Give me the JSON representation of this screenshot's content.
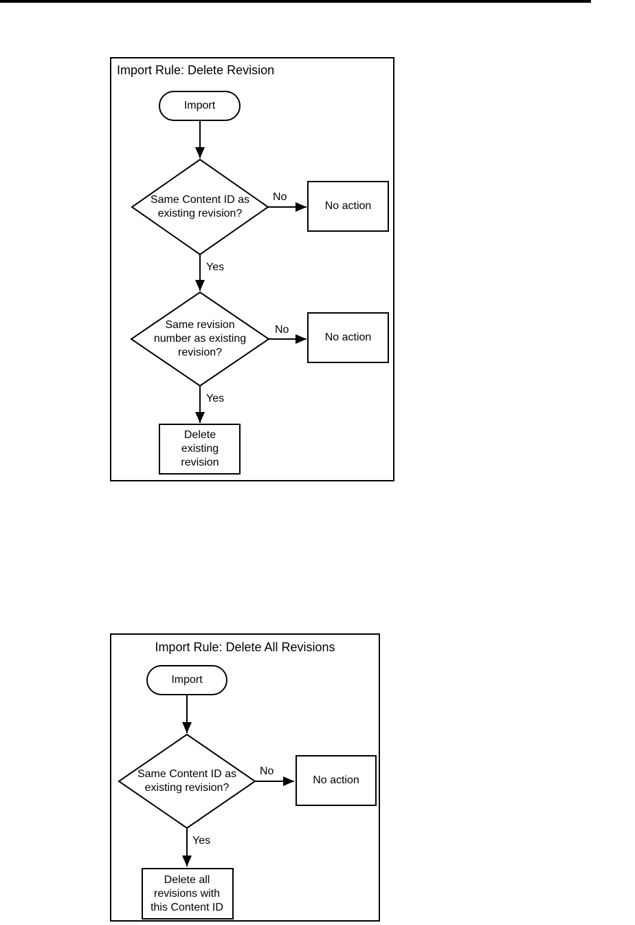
{
  "colors": {
    "line": "#000000",
    "background": "#ffffff",
    "text": "#000000"
  },
  "flowcharts": [
    {
      "title": "Import Rule: Delete Revision",
      "start_label": "Import",
      "decisions": [
        {
          "question": "Same Content ID as existing revision?",
          "no_label": "No",
          "yes_label": "Yes",
          "no_result": "No action"
        },
        {
          "question": "Same revision number as existing revision?",
          "no_label": "No",
          "yes_label": "Yes",
          "no_result": "No action"
        }
      ],
      "final_action": "Delete existing revision"
    },
    {
      "title": "Import Rule: Delete All Revisions",
      "start_label": "Import",
      "decisions": [
        {
          "question": "Same Content ID as existing revision?",
          "no_label": "No",
          "yes_label": "Yes",
          "no_result": "No action"
        }
      ],
      "final_action": "Delete all revisions with this Content ID"
    }
  ]
}
